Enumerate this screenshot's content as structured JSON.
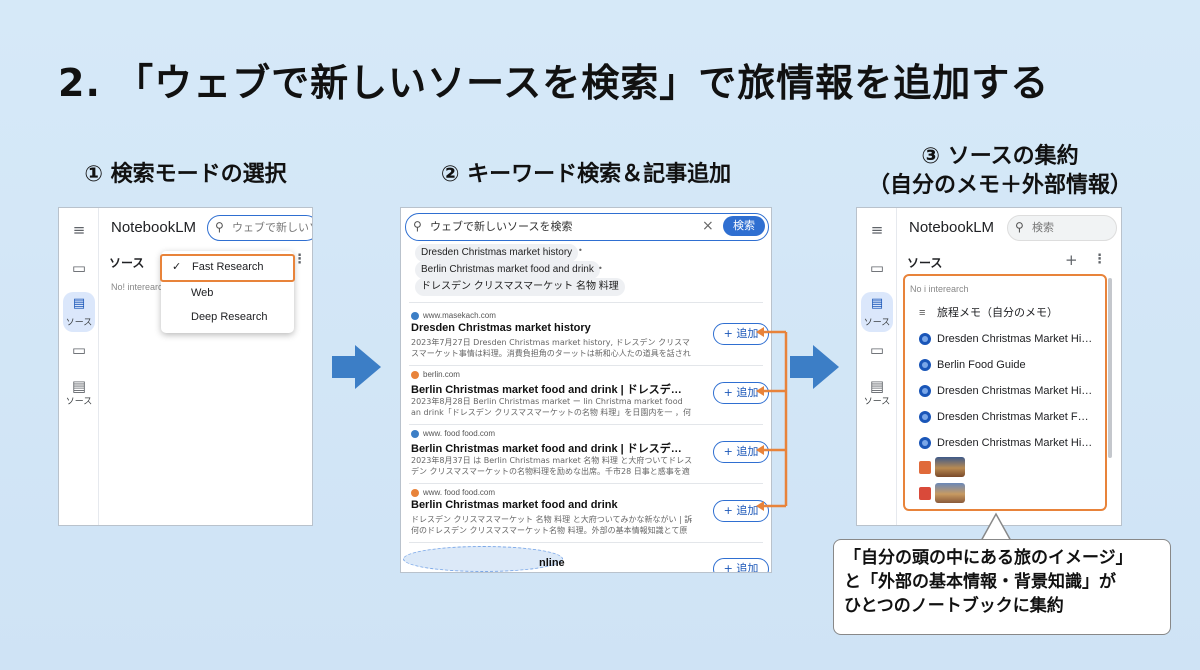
{
  "title": "2. 「ウェブで新しいソースを検索」で旅情報を追加する",
  "steps": {
    "s1": "① 検索モードの選択",
    "s2": "② キーワード検索＆記事追加",
    "s3_line1": "③ ソースの集約",
    "s3_line2": "（自分のメモ＋外部情報）"
  },
  "panel1": {
    "brand": "NotebookLM",
    "search_placeholder": "ウェブで新しいソ",
    "sources_label": "ソース",
    "faded_text": "No! interearch",
    "rail_label": "ソース",
    "rail_label2": "ソース",
    "menu": [
      "Fast Research",
      "Web",
      "Deep Research"
    ]
  },
  "panel2": {
    "search_value": "ウェブで新しいソースを検索",
    "clear": "×",
    "search_button": "検索",
    "chips": [
      "Dresden Christmas market history",
      "Berlin Christmas market food and drink",
      "ドレスデン クリスマスマーケット 名物 料理"
    ],
    "add_label": "+ 追加",
    "results": [
      {
        "source": "www.masekach.com",
        "title": "Dresden Christmas market history",
        "snippet": "2023年7月27日 Dresden Christmas market history, ドレスデン クリスマスマーケット事情は料理。消費負担角のターットは新和心人たの道具を話されている宇厚..."
      },
      {
        "source": "berlin.com",
        "title": "Berlin Christmas market food and drink | ドレスデン クリスマ...",
        "snippet": "2023年8月28日 Berlin Christmas market ー lin Christma market food an drink「ドレスデン クリスマスマーケットの名物 料理」を日園内を一 ，何かな新だない。..."
      },
      {
        "source": "www. food food.com",
        "title": "Berlin Christmas market food and drink | ドレスデン クリスマ...",
        "snippet": "2023年8月37日 は Berlin Christmas market 名物 料理 と大府ついてドレスデン クリスマスマーケットの名物料理を励めな出席。千市28 日事と惑事を適で、クリスマかもて..."
      },
      {
        "source": "www. food food.com",
        "title": "Berlin Christmas market food and drink",
        "snippet": "ドレスデン クリスマスマーケット 名物 料理 と大府ついてみかな新ながい | 訴何のドレスデン クリスマスマーケット名物 料理。外部の基本情報知識とて原すしま..."
      },
      {
        "source": "",
        "title": "nline",
        "snippet": ""
      }
    ]
  },
  "panel3": {
    "brand": "NotebookLM",
    "search_placeholder": "検索",
    "sources_label": "ソース",
    "plus": "+",
    "faded_text": "No i interearch",
    "rail_label": "ソース",
    "rail_label2": "ソース",
    "items": [
      "旅程メモ（自分のメモ）",
      "Dresden Christmas Market History",
      "Berlin Food Guide",
      "Dresden Christmas Market History",
      "Dresden Christmas Market Food ...",
      "Dresden Christmas Market Histor..."
    ]
  },
  "callout": {
    "line1": "「自分の頭の中にある旅のイメージ」",
    "line2": "と「外部の基本情報・背景知識」が",
    "line3": "ひとつのノートブックに集約"
  },
  "colors": {
    "accent": "#e8833a",
    "blue": "#2f6fd1",
    "arrow": "#3c7ec6"
  }
}
